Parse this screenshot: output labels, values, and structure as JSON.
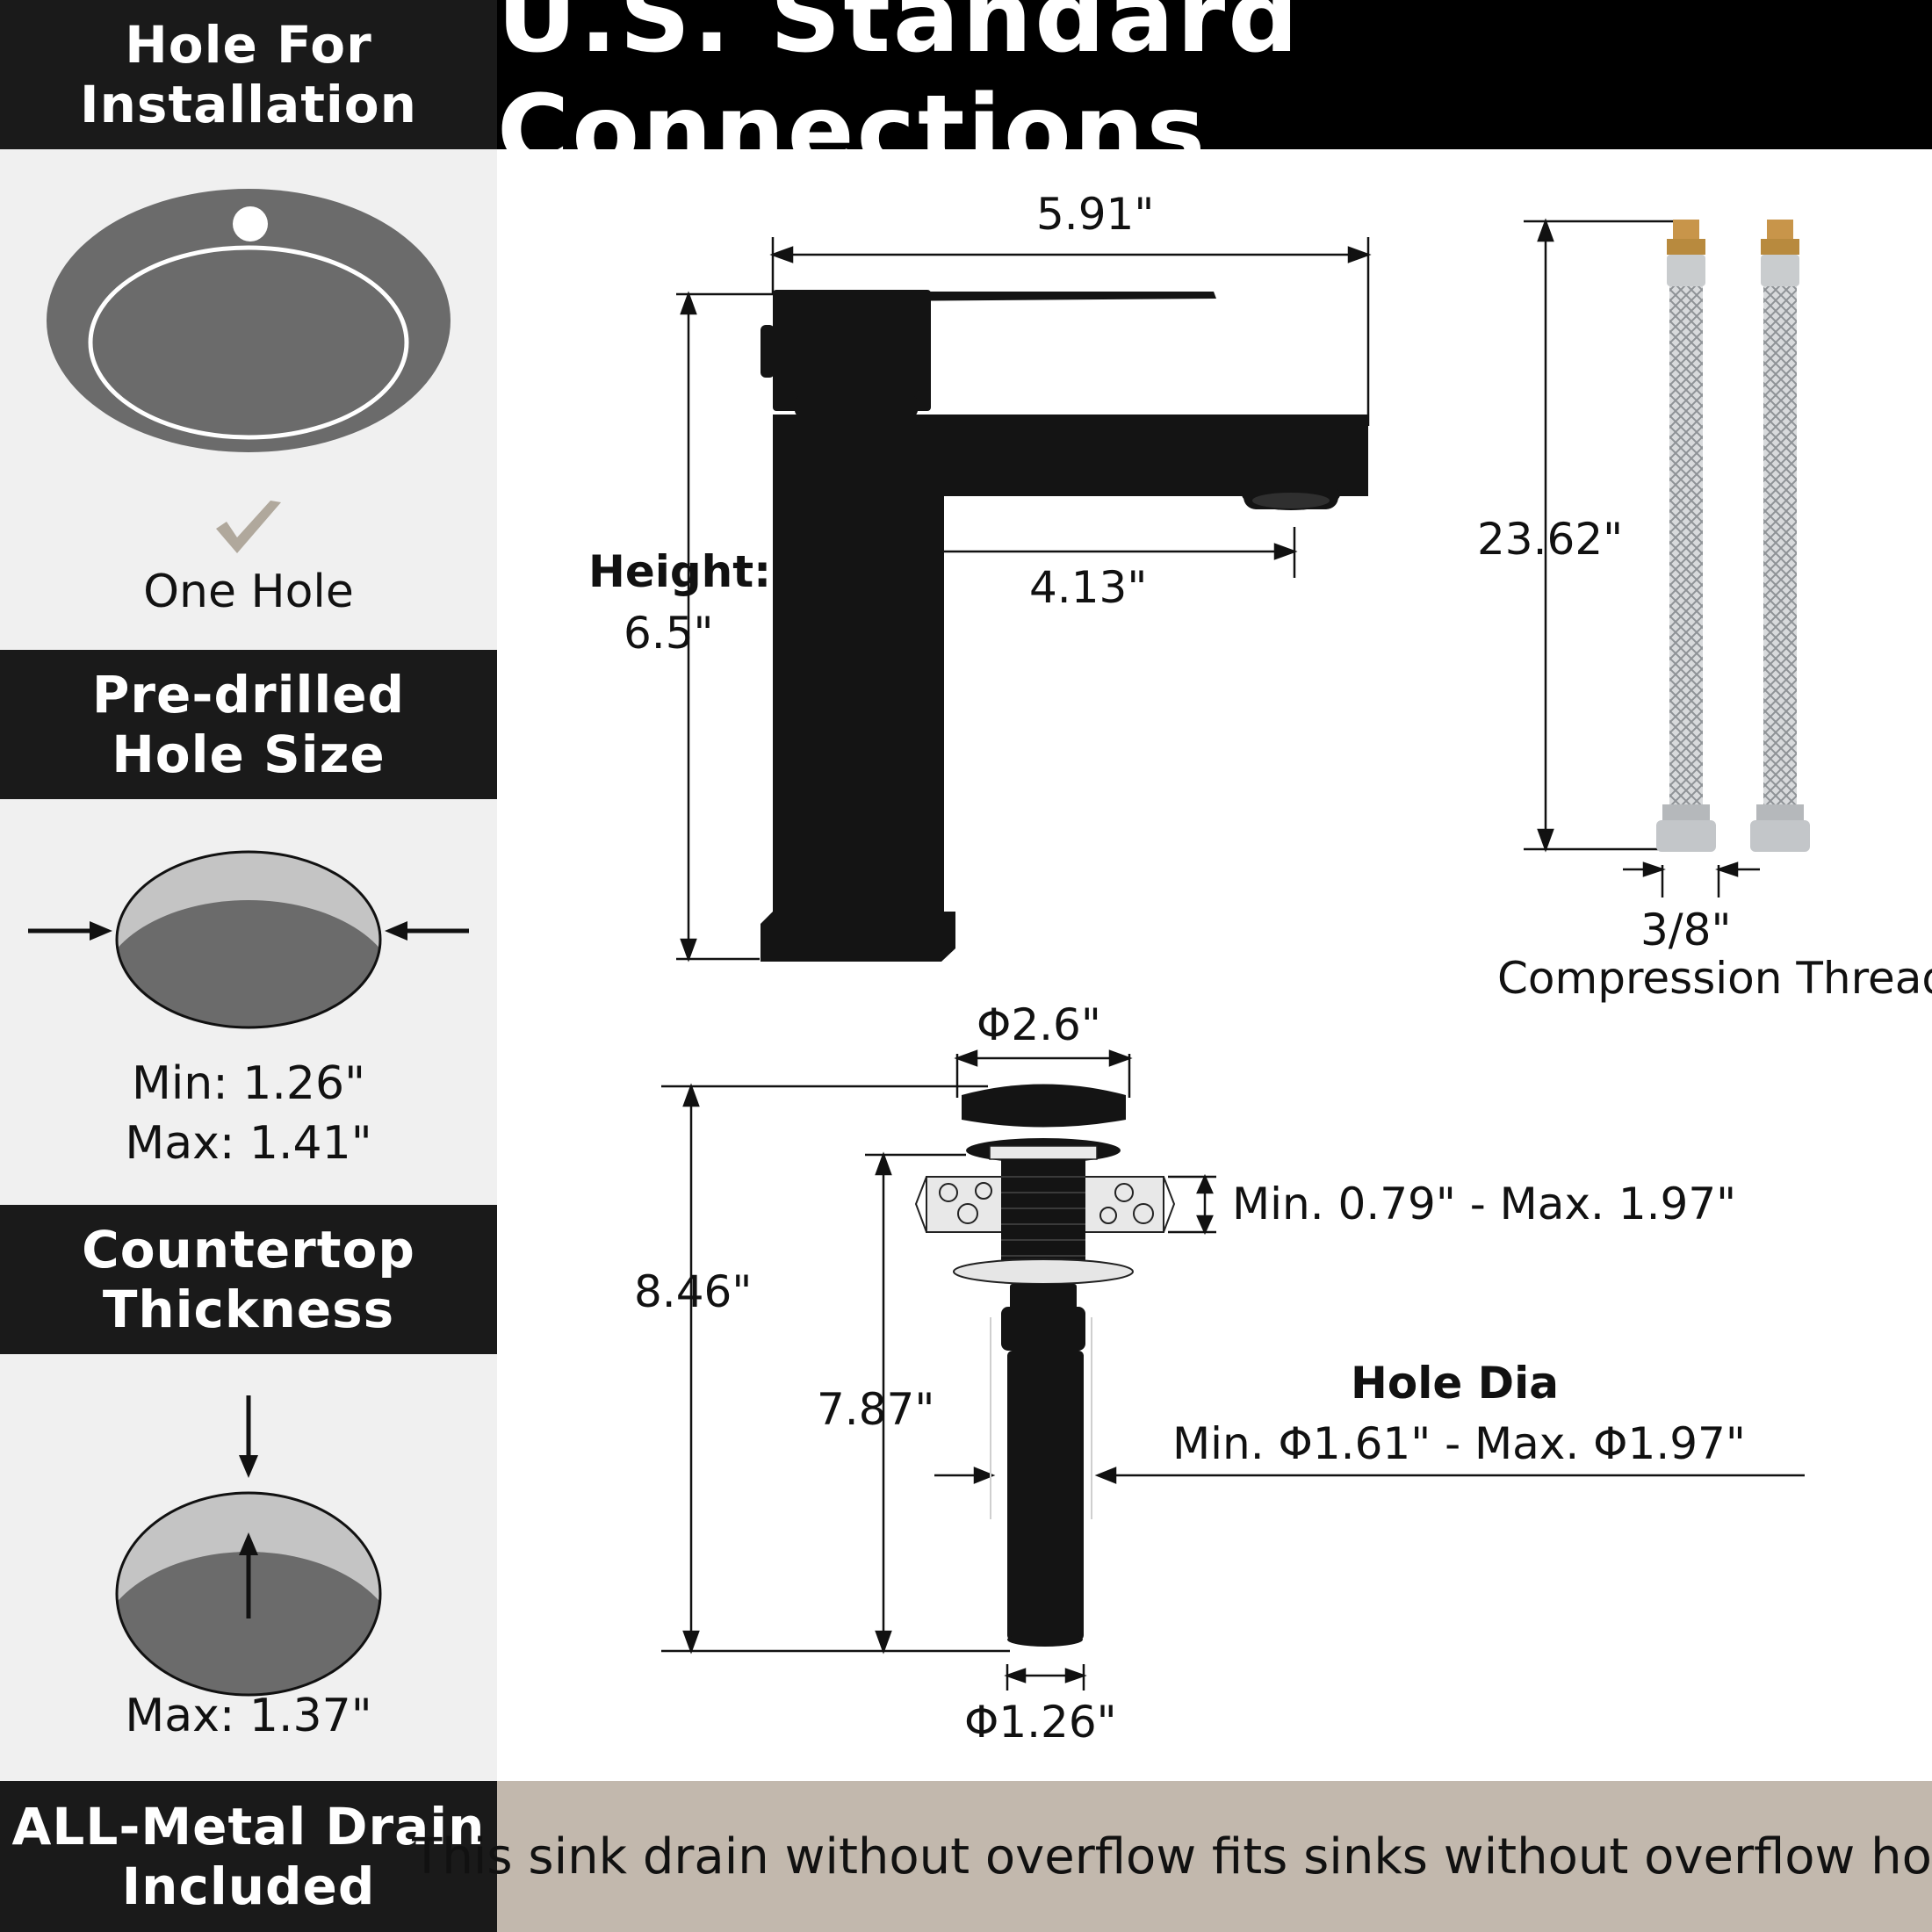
{
  "header": {
    "title": "U.S. Standard Connections"
  },
  "sidebar": {
    "install": {
      "title": "Hole For\nInstallation",
      "caption": "One Hole"
    },
    "predrilled": {
      "title": "Pre-drilled\nHole Size",
      "caption": "Min: 1.26\"\nMax: 1.41\""
    },
    "countertop": {
      "title": "Countertop\nThickness",
      "caption": "Max: 1.37\""
    },
    "drain": {
      "title": "ALL-Metal Drain\nIncluded"
    }
  },
  "faucet": {
    "width": "5.91\"",
    "height_label": "Height:",
    "height_value": "6.5\"",
    "reach": "4.13\""
  },
  "hoses": {
    "length": "23.62\"",
    "thread_size": "3/8\"",
    "thread_label": "Compression Thread"
  },
  "drain": {
    "cap_dia": "Φ2.6\"",
    "total_height": "8.46\"",
    "body_height": "7.87\"",
    "thickness_range": "Min. 0.79\" - Max. 1.97\"",
    "hole_dia_title": "Hole Dia",
    "hole_dia_range": "Min. Φ1.61\" - Max. Φ1.97\"",
    "tail_dia": "Φ1.26\""
  },
  "footer": {
    "note": "This sink drain without overflow fits sinks without overflow holes."
  },
  "colors": {
    "band": "#1a1a1a",
    "header": "#000000",
    "panel": "#f0f0f0",
    "footer": "#c2b8ad",
    "basin": "#6b6b6b",
    "checkmark": "#b0a89c"
  }
}
